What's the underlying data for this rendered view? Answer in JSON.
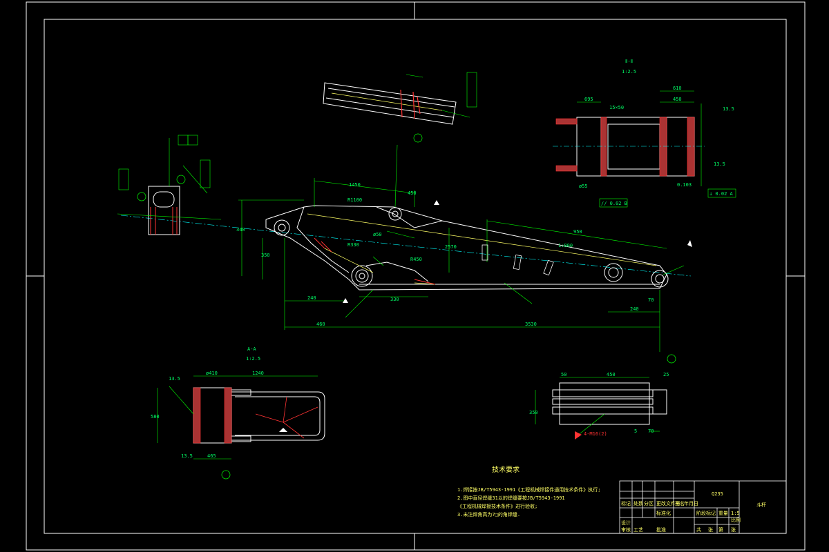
{
  "colors": {
    "background": "#000000",
    "border": "#ffffff",
    "outline": "#ffffff",
    "dimension": "#00ff00",
    "centerline": "#00ffff",
    "hatch": "#ff3333",
    "text": "#ffff66",
    "weld": "#ff0000"
  },
  "main_view": {
    "dims": {
      "d1450": "1450",
      "d450": "450",
      "d950": "950",
      "d3530": "3530",
      "d4603": "460",
      "d330": "330",
      "d240": "240",
      "d340": "340",
      "d240b": "240",
      "d70": "70",
      "d350": "350",
      "d2570": "2570",
      "r1100": "R1100",
      "r330": "R330",
      "r450": "R450",
      "d50": "ø50",
      "ratio": "1:800"
    }
  },
  "section_ii": {
    "title": "Ⅱ-Ⅱ",
    "scale": "1:2.5",
    "dims": {
      "d695": "695",
      "d450": "450",
      "d610": "610",
      "d15x50": "15×50",
      "d135": "13.5",
      "d135b": "13.5",
      "d55": "ø55",
      "d103": "0.103",
      "tol1": "// 0.02 B",
      "tol2": "⊥ 0.02 A"
    }
  },
  "section_a": {
    "title": "A-A",
    "scale": "1:2.5",
    "dims": {
      "d410": "ø410",
      "d1240": "1240",
      "d135": "13.5",
      "d135b": "13.5",
      "d580": "580",
      "d465": "465"
    }
  },
  "detail_b": {
    "dims": {
      "d50": "50",
      "d450": "450",
      "d25": "25",
      "d70": "70",
      "d350": "350",
      "d5": "5",
      "note": "4-M16(2)"
    }
  },
  "tech_req": {
    "heading": "技术要求",
    "lines": [
      "1.焊接按JB/T5943-1991《工程机械焊接件通用技术条件》执行;",
      "2.图中直径焊缝31以的焊缝要按JB/T5943-1991",
      "《工程机械焊接技术条件》进行验收;",
      "3.未注焊角高为7□的角焊缝."
    ]
  },
  "title_block": {
    "material": "Q235",
    "part": "斗杆",
    "scale_val": "1:5",
    "labels": [
      "标记",
      "处数",
      "分区",
      "更改文件号",
      "签名",
      "年月日",
      "设计",
      "标准化",
      "阶段标记",
      "重量",
      "比例",
      "审核",
      "工艺",
      "批准",
      "共",
      "张",
      "第",
      "张"
    ]
  }
}
